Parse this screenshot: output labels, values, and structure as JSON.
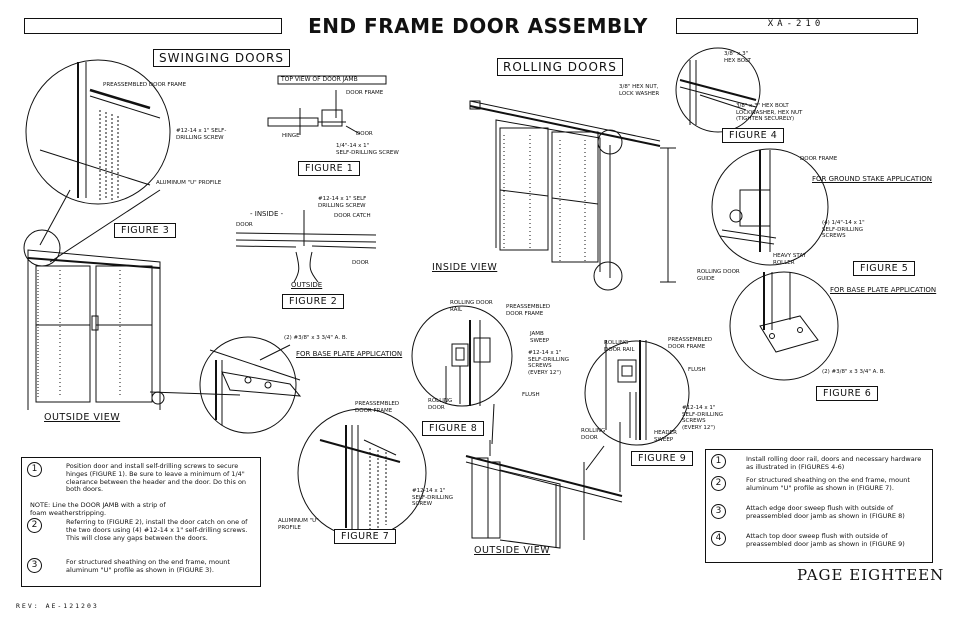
{
  "header": {
    "title": "END FRAME DOOR ASSEMBLY",
    "code": "XA-210"
  },
  "sections": {
    "swinging": "SWINGING DOORS",
    "rolling": "ROLLING DOORS"
  },
  "views": {
    "outside_left": "OUTSIDE VIEW",
    "inside": "INSIDE VIEW",
    "outside_bottom": "OUTSIDE VIEW"
  },
  "figures": {
    "f1": "FIGURE 1",
    "f2": "FIGURE 2",
    "f3": "FIGURE 3",
    "f4": "FIGURE 4",
    "f5": "FIGURE 5",
    "f6": "FIGURE 6",
    "f7": "FIGURE 7",
    "f8": "FIGURE 8",
    "f9": "FIGURE 9"
  },
  "labels": {
    "preassembled_frame": "PREASSEMBLED DOOR FRAME",
    "self_drill_screw": "#12-14 x 1\" SELF-\nDRILLING SCREW",
    "aluminum_u": "ALUMINUM \"U\" PROFILE",
    "top_view_jamb": "TOP VIEW OF DOOR JAMB",
    "door_frame": "DOOR FRAME",
    "hinge": "HINGE",
    "door": "DOOR",
    "self_drill_14": "1/4\"-14 x 1\"\nSELF-DRILLING SCREW",
    "inside": "- INSIDE -",
    "door_l": "DOOR",
    "self_drill_screw_2": "#12-14 x 1\" SELF\nDRILLING SCREW",
    "door_catch": "DOOR CATCH",
    "door_r": "DOOR",
    "outside": "OUTSIDE",
    "anchor_bolts_left": "(2) #3/8\" x 3 3/4\" A. B.",
    "base_plate_left": "FOR BASE PLATE\nAPPLICATION",
    "preassembled_frame_f7": "PREASSEMBLED\nDOOR FRAME",
    "aluminum_u_f7": "ALUMINUM \"U\"\nPROFILE",
    "self_drill_f7": "#12-14 x 1\"\nSELF-DRILLING\nSCREW",
    "hex_bolt_38": "3/8\" x 3\"\nHEX BOLT",
    "hex_nut": "3/8\" HEX NUT,\nLOCK WASHER",
    "hex_bolt_tighten": "3/8\" x 3\" HEX BOLT\nLOCKWASHER, HEX NUT\n(TIGHTEN SECURELY)",
    "door_frame_f5": "DOOR FRAME",
    "ground_stake": "FOR GROUND STAKE\nAPPLICATION",
    "screws_f5": "(4) 1/4\"-14 x 1\"\nSELF-DRILLING\nSCREWS",
    "heavy_roller": "HEAVY STAY\nROLLER",
    "rolling_guide": "ROLLING DOOR\nGUIDE",
    "base_plate_right": "FOR BASE PLATE\nAPPLICATION",
    "anchor_bolts_right": "(2) #3/8\" x 3 3/4\" A. B.",
    "rolling_rail_f8": "ROLLING DOOR\nRAIL",
    "preassembled_f8": "PREASSEMBLED\nDOOR FRAME",
    "jamb_sweep": "JAMB\nSWEEP",
    "screws_f8": "#12-14 x 1\"\nSELF-DRILLING\nSCREWS\n(EVERY 12\")",
    "rolling_door_f8": "ROLLING\nDOOR",
    "flush_f8": "FLUSH",
    "rolling_rail_f9": "ROLLING\nDOOR RAIL",
    "preassembled_f9": "PREASSEMBLED\nDOOR FRAME",
    "flush_f9": "FLUSH",
    "screws_f9": "#12-14 x 1\"\nSELF-DRILLING\nSCREWS\n(EVERY 12\")",
    "rolling_door_f9": "ROLLING\nDOOR",
    "header_sweep": "HEADER\nSWEEP"
  },
  "notes_left": {
    "s1": "Position door and install self-drilling screws to secure hinges (FIGURE 1). Be sure to leave a minimum of 1/4\" clearance between the header and the door. Do this on both doors.",
    "note": "NOTE: Line the DOOR JAMB with a strip of foam weatherstripping.",
    "s2": "Referring to (FIGURE 2), install the door catch on one of the two doors using (4) #12-14 x 1\" self-drilling screws. This will close any gaps between the doors.",
    "s3": "For structured sheathing on the end frame, mount aluminum \"U\" profile as shown in (FIGURE 3)."
  },
  "notes_right": {
    "s1": "Install rolling door rail, doors and necessary hardware as illustrated in (FIGURES 4-6)",
    "s2": "For structured sheathing on the end frame, mount aluminum \"U\" profile as shown in (FIGURE 7).",
    "s3": "Attach edge door sweep flush with outside of preassembled door jamb as shown in (FIGURE 8)",
    "s4": "Attach top door sweep flush with outside of preassembled door jamb as shown in (FIGURE 9)"
  },
  "numbers": [
    "1",
    "2",
    "3",
    "4"
  ],
  "page_label": "PAGE EIGHTEEN",
  "revision": "REV: AE-121203"
}
